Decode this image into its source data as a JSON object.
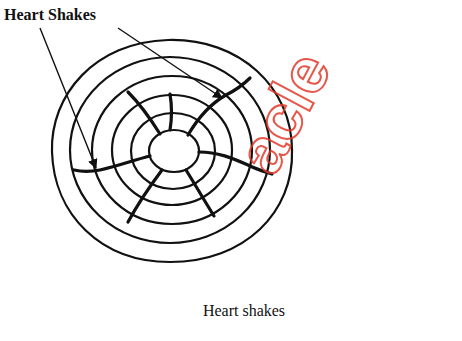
{
  "diagram": {
    "caption": "Heart shakes",
    "labels": [
      "Heart Shakes",
      "acle"
    ]
  }
}
